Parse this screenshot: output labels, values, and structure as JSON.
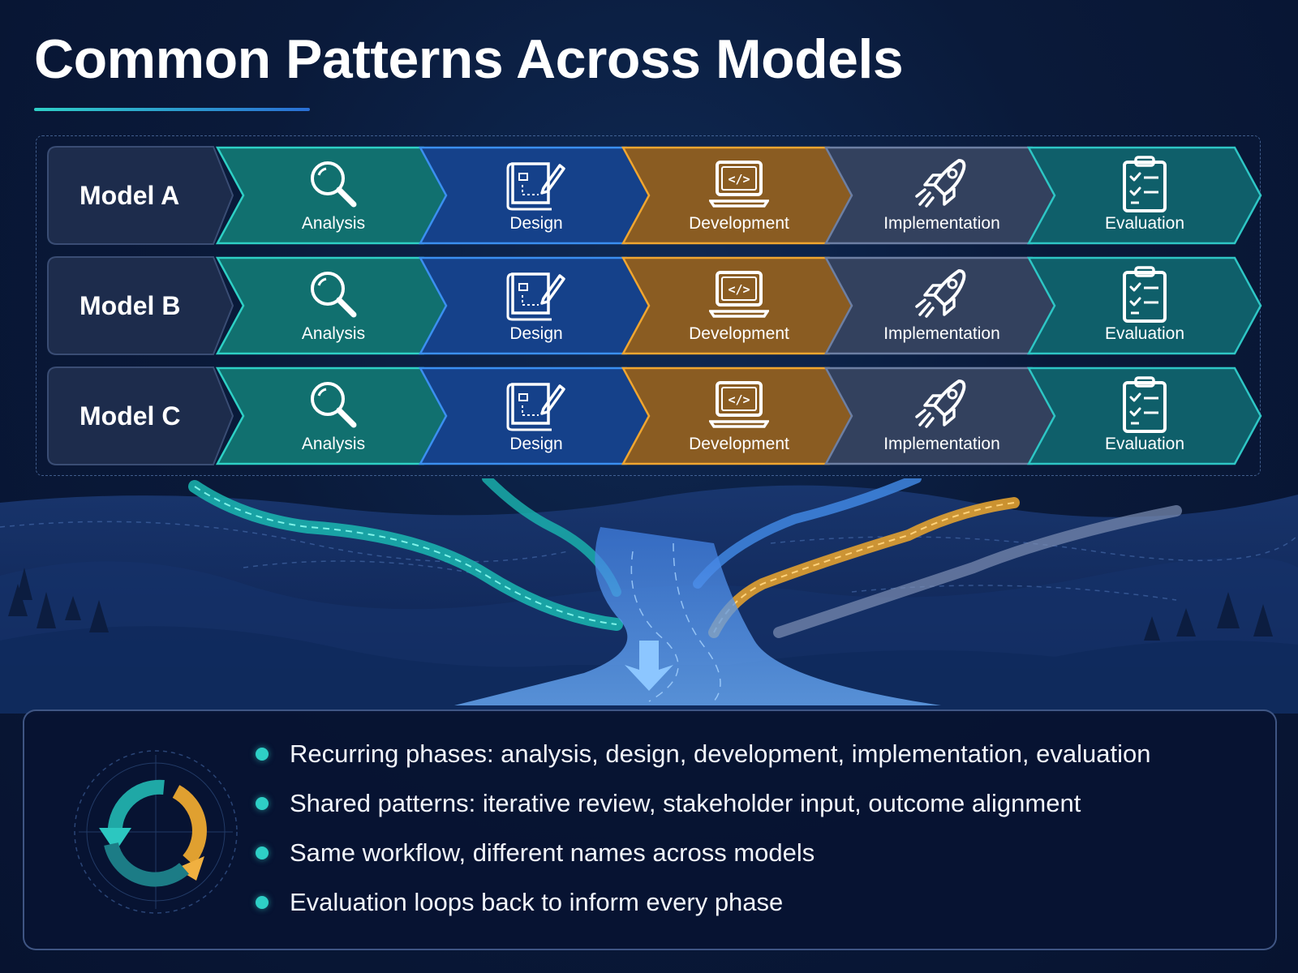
{
  "title": "Common Patterns Across Models",
  "phase_styles": {
    "analysis": {
      "fill": "#11706f",
      "stroke": "#2ed0c5"
    },
    "design": {
      "fill": "#15418a",
      "stroke": "#3b8ff0"
    },
    "development": {
      "fill": "#8a5c22",
      "stroke": "#f0a630"
    },
    "implementation": {
      "fill": "#33415e",
      "stroke": "#6d7fa3"
    },
    "evaluation": {
      "fill": "#0f5f6a",
      "stroke": "#2ec6c5"
    }
  },
  "models": [
    {
      "label": "Model A",
      "phases": [
        {
          "key": "analysis",
          "label": "Analysis",
          "icon": "magnifier-icon"
        },
        {
          "key": "design",
          "label": "Design",
          "icon": "blueprint-pencil-icon"
        },
        {
          "key": "development",
          "label": "Development",
          "icon": "laptop-code-icon"
        },
        {
          "key": "implementation",
          "label": "Implementation",
          "icon": "rocket-icon"
        },
        {
          "key": "evaluation",
          "label": "Evaluation",
          "icon": "clipboard-checklist-icon"
        }
      ]
    },
    {
      "label": "Model B",
      "phases": [
        {
          "key": "analysis",
          "label": "Analysis",
          "icon": "magnifier-icon"
        },
        {
          "key": "design",
          "label": "Design",
          "icon": "blueprint-pencil-icon"
        },
        {
          "key": "development",
          "label": "Development",
          "icon": "laptop-code-icon"
        },
        {
          "key": "implementation",
          "label": "Implementation",
          "icon": "rocket-icon"
        },
        {
          "key": "evaluation",
          "label": "Evaluation",
          "icon": "clipboard-checklist-icon"
        }
      ]
    },
    {
      "label": "Model C",
      "phases": [
        {
          "key": "analysis",
          "label": "Analysis",
          "icon": "magnifier-icon"
        },
        {
          "key": "design",
          "label": "Design",
          "icon": "blueprint-pencil-icon"
        },
        {
          "key": "development",
          "label": "Development",
          "icon": "laptop-code-icon"
        },
        {
          "key": "implementation",
          "label": "Implementation",
          "icon": "rocket-icon"
        },
        {
          "key": "evaluation",
          "label": "Evaluation",
          "icon": "clipboard-checklist-icon"
        }
      ]
    }
  ],
  "summary": {
    "icon": "cycle-arrows-icon",
    "bullets": [
      "Recurring phases: analysis, design, development, implementation, evaluation",
      "Shared patterns: iterative review, stakeholder input, outcome alignment",
      "Same workflow, different names across models",
      "Evaluation loops back to inform every phase"
    ]
  }
}
